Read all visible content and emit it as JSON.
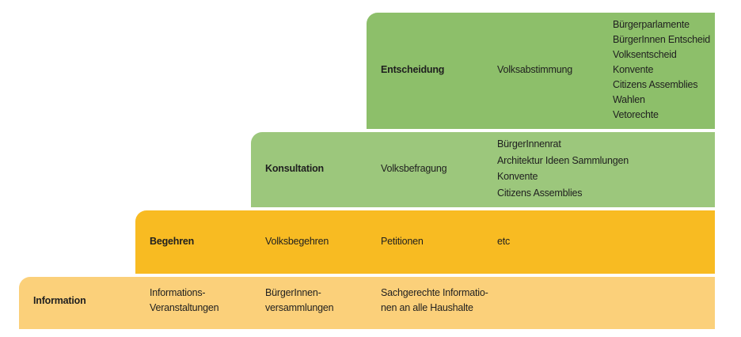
{
  "levels": {
    "entscheidung": {
      "label": "Entscheidung",
      "col2": "Volksabstimmung",
      "items": [
        "Bürgerparlamente",
        "BürgerInnen Entscheid",
        "Volksentscheid",
        "Konvente",
        "Citizens Assemblies",
        "Wahlen",
        "Vetorechte"
      ]
    },
    "konsultation": {
      "label": "Konsultation",
      "col2": "Volksbefragung",
      "items": [
        "BürgerInnenrat",
        "Architektur Ideen Sammlungen",
        "Konvente",
        "Citizens Assemblies"
      ]
    },
    "begehren": {
      "label": "Begehren",
      "col2": "Volksbegehren",
      "col3": "Petitionen",
      "col4": "etc"
    },
    "information": {
      "label": "Information",
      "col2": [
        "Informations-",
        "Veranstaltungen"
      ],
      "col3": [
        "BürgerInnen-",
        "versammlungen"
      ],
      "col4": [
        "Sachgerechte Informatio-",
        "nen an alle Haushalte"
      ]
    }
  },
  "colors": {
    "entscheidung": "#8dbf6a",
    "konsultation": "#9cc77c",
    "begehren": "#f8bb22",
    "information": "#fbd07a"
  }
}
